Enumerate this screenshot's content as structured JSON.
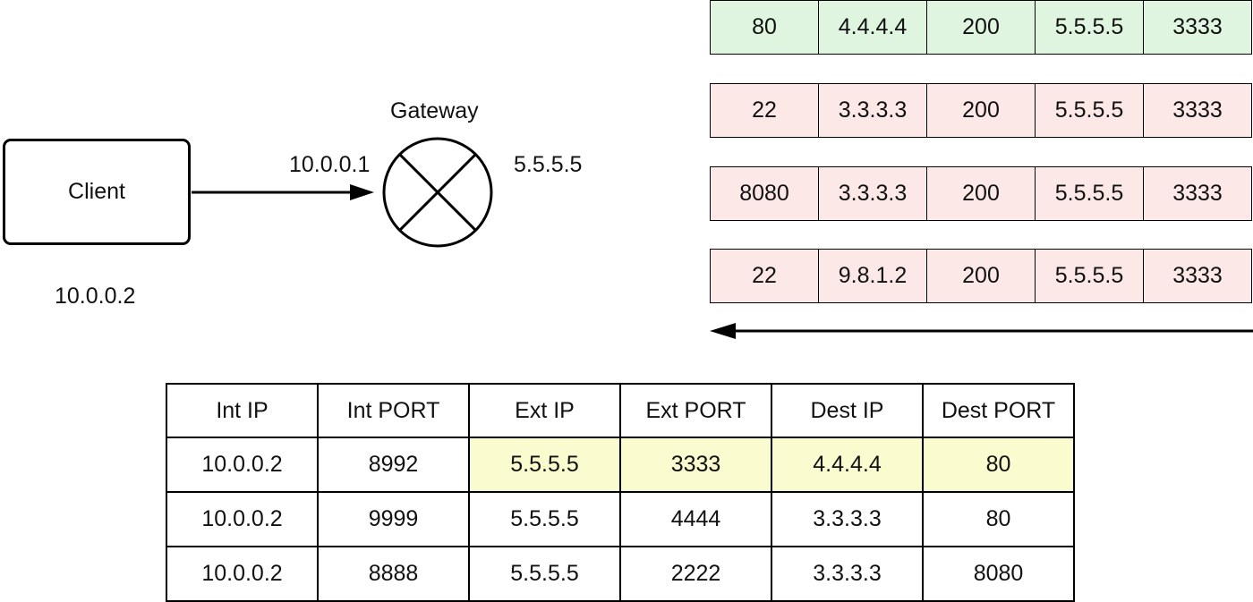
{
  "diagram": {
    "client": {
      "label": "Client",
      "ip": "10.0.0.2"
    },
    "gateway": {
      "title": "Gateway",
      "int_ip": "10.0.0.1",
      "ext_ip": "5.5.5.5"
    }
  },
  "packets": [
    {
      "cells": [
        "80",
        "4.4.4.4",
        "200",
        "5.5.5.5",
        "3333"
      ],
      "color": "#dff5df"
    },
    {
      "cells": [
        "22",
        "3.3.3.3",
        "200",
        "5.5.5.5",
        "3333"
      ],
      "color": "#fde8e8"
    },
    {
      "cells": [
        "8080",
        "3.3.3.3",
        "200",
        "5.5.5.5",
        "3333"
      ],
      "color": "#fde8e8"
    },
    {
      "cells": [
        "22",
        "9.8.1.2",
        "200",
        "5.5.5.5",
        "3333"
      ],
      "color": "#fde8e8"
    }
  ],
  "nat_table": {
    "headers": [
      "Int IP",
      "Int PORT",
      "Ext IP",
      "Ext PORT",
      "Dest IP",
      "Dest PORT"
    ],
    "rows": [
      [
        "10.0.0.2",
        "8992",
        "5.5.5.5",
        "3333",
        "4.4.4.4",
        "80"
      ],
      [
        "10.0.0.2",
        "9999",
        "5.5.5.5",
        "4444",
        "3.3.3.3",
        "80"
      ],
      [
        "10.0.0.2",
        "8888",
        "5.5.5.5",
        "2222",
        "3.3.3.3",
        "8080"
      ]
    ],
    "highlight_color": "#fbfbd0"
  },
  "icons": {
    "gateway": "router-x-circle-icon",
    "arrow_to_gateway": "arrow-right-icon",
    "arrow_incoming": "arrow-left-icon"
  }
}
